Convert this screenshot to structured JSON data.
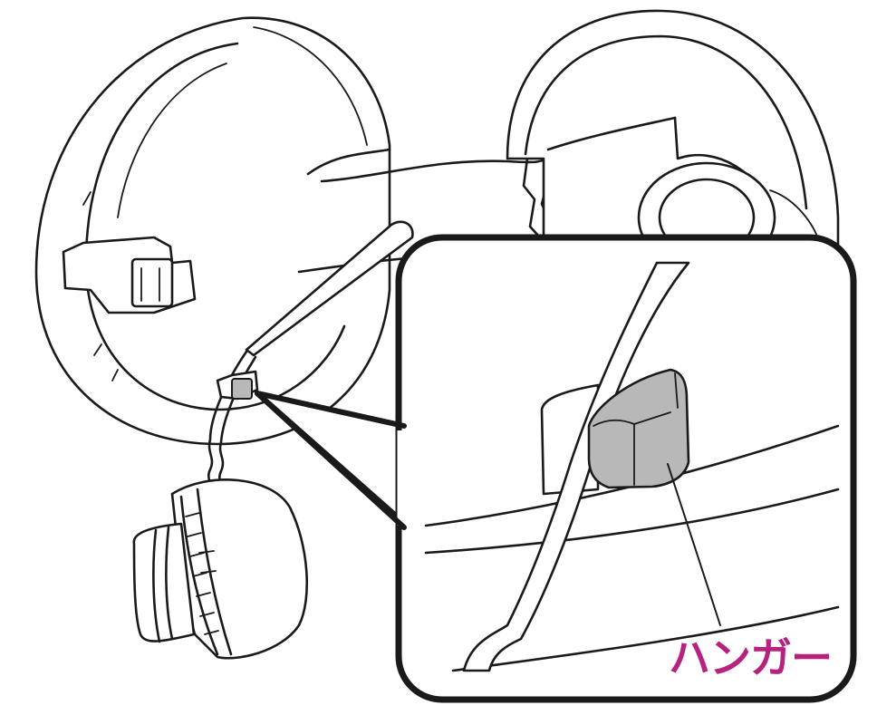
{
  "callout": {
    "label": "ハンガー",
    "label_color": "#b5237f",
    "hanger_fill": "#b8b8b8"
  },
  "parts": [
    "fuel-filler-door",
    "fuel-cap",
    "cap-tether",
    "hanger-clip",
    "detail-zoom-frame"
  ]
}
